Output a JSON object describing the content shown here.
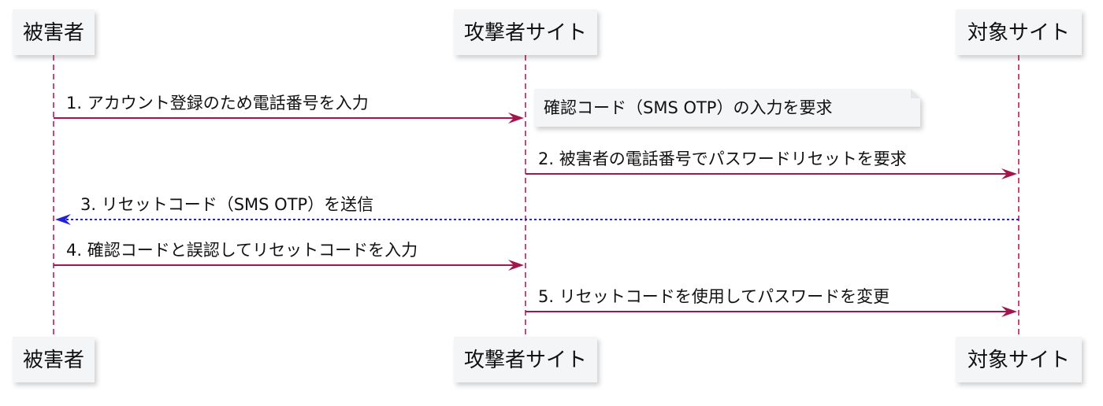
{
  "participants": [
    {
      "id": "victim",
      "label": "被害者"
    },
    {
      "id": "attacker",
      "label": "攻撃者サイト"
    },
    {
      "id": "target",
      "label": "対象サイト"
    }
  ],
  "messages": [
    {
      "from": "victim",
      "to": "attacker",
      "label": "1. アカウント登録のため電話番号を入力",
      "style": "solid"
    },
    {
      "from": "attacker",
      "to": "target",
      "label": "2. 被害者の電話番号でパスワードリセットを要求",
      "style": "solid"
    },
    {
      "from": "target",
      "to": "victim",
      "label": "3. リセットコード（SMS OTP）を送信",
      "style": "dotted"
    },
    {
      "from": "victim",
      "to": "attacker",
      "label": "4. 確認コードと誤認してリセットコードを入力",
      "style": "solid"
    },
    {
      "from": "attacker",
      "to": "target",
      "label": "5. リセットコードを使用してパスワードを変更",
      "style": "solid"
    }
  ],
  "note": {
    "over": "attacker",
    "label": "確認コード（SMS OTP）の入力を要求"
  },
  "colors": {
    "message": "#a3164d",
    "reply": "#2121d6",
    "box": "#f4f5f7"
  }
}
